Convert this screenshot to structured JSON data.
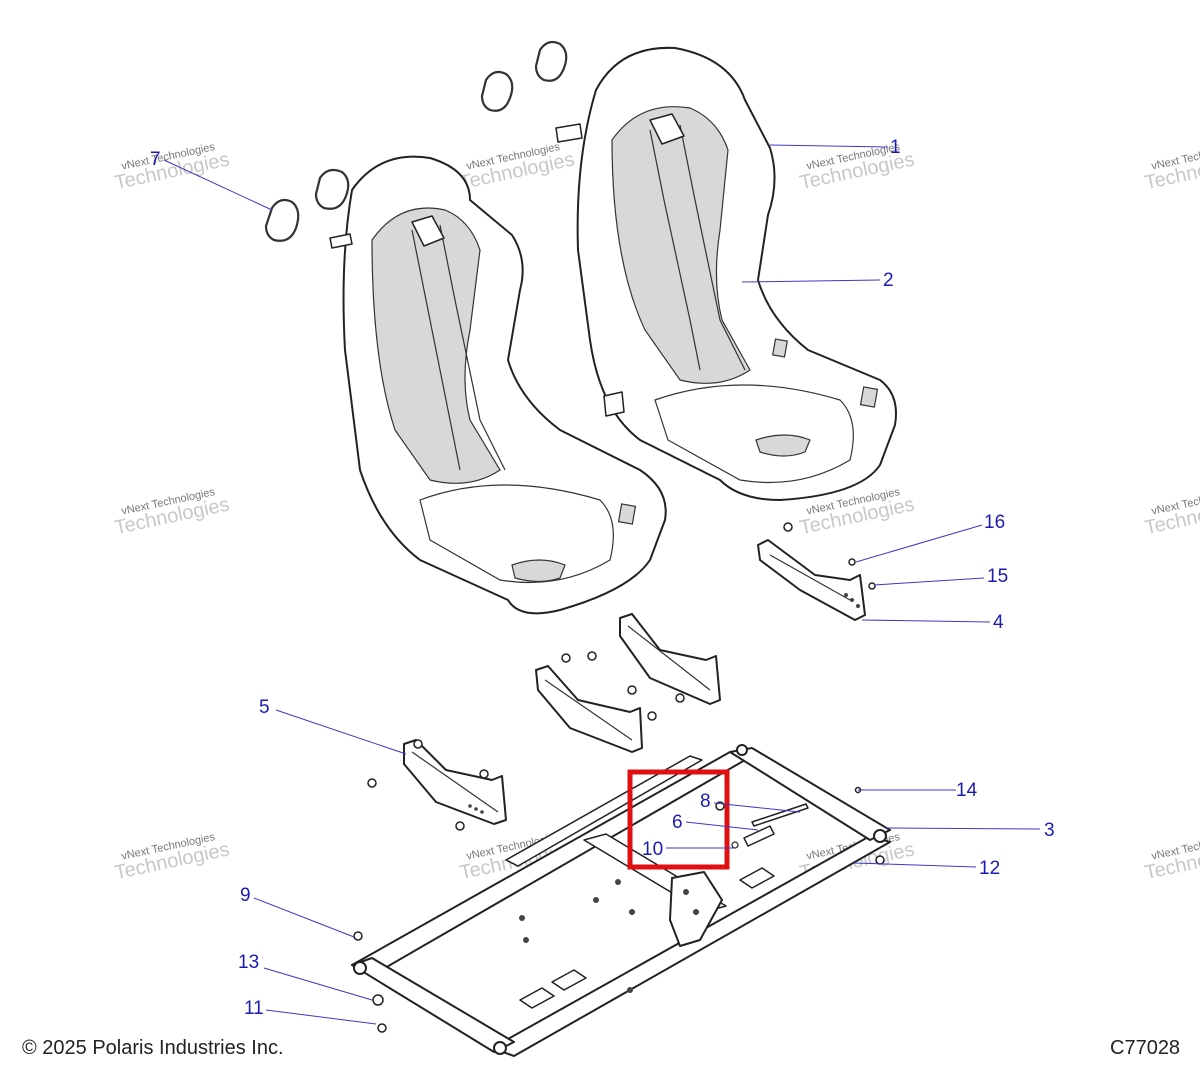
{
  "callouts": [
    {
      "id": "1",
      "label": "1"
    },
    {
      "id": "2",
      "label": "2"
    },
    {
      "id": "3",
      "label": "3"
    },
    {
      "id": "4",
      "label": "4"
    },
    {
      "id": "5",
      "label": "5"
    },
    {
      "id": "6",
      "label": "6"
    },
    {
      "id": "7",
      "label": "7"
    },
    {
      "id": "8",
      "label": "8"
    },
    {
      "id": "9",
      "label": "9"
    },
    {
      "id": "10",
      "label": "10"
    },
    {
      "id": "11",
      "label": "11"
    },
    {
      "id": "12",
      "label": "12"
    },
    {
      "id": "13",
      "label": "13"
    },
    {
      "id": "14",
      "label": "14"
    },
    {
      "id": "15",
      "label": "15"
    },
    {
      "id": "16",
      "label": "16"
    }
  ],
  "watermark": {
    "line1": "vNext Technologies",
    "line2": "Technologies",
    "line3": "vNext"
  },
  "footer": {
    "copyright": "© 2025 Polaris Industries Inc.",
    "figure_id": "C77028"
  },
  "colors": {
    "callout_text": "#1a1ab4",
    "leader_line": "#3a3ac8",
    "highlight_box": "#e01010",
    "part_stroke": "#222222",
    "part_shade": "#d8d8d8"
  }
}
